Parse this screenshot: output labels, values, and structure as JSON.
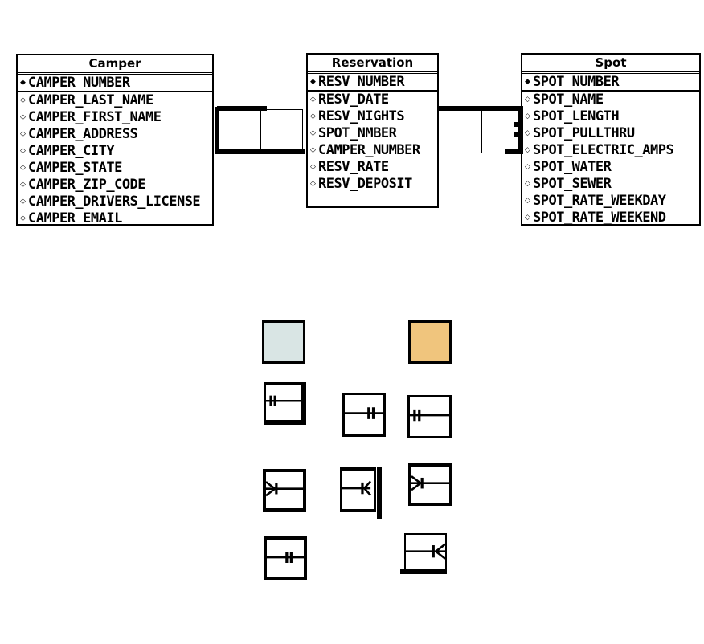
{
  "tables": [
    {
      "title": "Camper",
      "rows": [
        {
          "key": true,
          "label": "CAMPER NUMBER"
        },
        {
          "key": false,
          "label": "CAMPER_LAST_NAME"
        },
        {
          "key": false,
          "label": "CAMPER_FIRST_NAME"
        },
        {
          "key": false,
          "label": "CAMPER_ADDRESS"
        },
        {
          "key": false,
          "label": "CAMPER_CITY"
        },
        {
          "key": false,
          "label": "CAMPER_STATE"
        },
        {
          "key": false,
          "label": "CAMPER_ZIP_CODE"
        },
        {
          "key": false,
          "label": "CAMPER_DRIVERS_LICENSE"
        },
        {
          "key": false,
          "label": "CAMPER_EMAIL"
        }
      ]
    },
    {
      "title": "Reservation",
      "rows": [
        {
          "key": true,
          "label": "RESV NUMBER"
        },
        {
          "key": false,
          "label": "RESV_DATE"
        },
        {
          "key": false,
          "label": "RESV_NIGHTS"
        },
        {
          "key": false,
          "label": "SPOT_NMBER"
        },
        {
          "key": false,
          "label": "CAMPER_NUMBER"
        },
        {
          "key": false,
          "label": "RESV_RATE"
        },
        {
          "key": false,
          "label": "RESV_DEPOSIT"
        }
      ]
    },
    {
      "title": "Spot",
      "rows": [
        {
          "key": true,
          "label": "SPOT NUMBER"
        },
        {
          "key": false,
          "label": "SPOT_NAME"
        },
        {
          "key": false,
          "label": "SPOT_LENGTH"
        },
        {
          "key": false,
          "label": "SPOT_PULLTHRU"
        },
        {
          "key": false,
          "label": "SPOT_ELECTRIC_AMPS"
        },
        {
          "key": false,
          "label": "SPOT_WATER"
        },
        {
          "key": false,
          "label": "SPOT_SEWER"
        },
        {
          "key": false,
          "label": "SPOT_RATE_WEEKDAY"
        },
        {
          "key": false,
          "label": "SPOT_RATE_WEEKEND"
        }
      ]
    }
  ],
  "glyphs": {
    "primary_key_bullet": "◆",
    "attribute_bullet": "◇"
  },
  "connectors": [
    {
      "name": "camper-reservation",
      "state": "covered-by-blank-boxes"
    },
    {
      "name": "reservation-spot",
      "state": "covered-by-blank-boxes"
    }
  ],
  "answer_bank": {
    "swatches": [
      {
        "name": "blue-square",
        "color": "#d9e5e4"
      },
      {
        "name": "orange-square",
        "color": "#f0c57d"
      }
    ],
    "tiles": [
      {
        "name": "one-and-only-one-left",
        "notation": "||",
        "side": "left"
      },
      {
        "name": "one-and-only-one-right",
        "notation": "||",
        "side": "right"
      },
      {
        "name": "one-and-only-one-left-2",
        "notation": "||",
        "side": "left"
      },
      {
        "name": "many-left",
        "notation": "crow-foot",
        "side": "left"
      },
      {
        "name": "many-right-with-bar",
        "notation": "crow-foot",
        "side": "right"
      },
      {
        "name": "many-left-2",
        "notation": "crow-foot",
        "side": "left"
      },
      {
        "name": "one-and-only-one-mid-right",
        "notation": "||",
        "side": "right"
      },
      {
        "name": "many-right-edge",
        "notation": "crow-foot",
        "side": "right"
      }
    ]
  }
}
